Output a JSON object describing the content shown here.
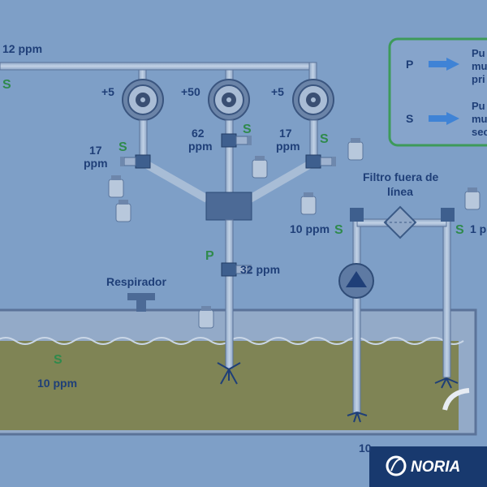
{
  "labels": {
    "top_ppm": "12 ppm",
    "s_topleft": "S",
    "b1_factor": "+5",
    "b2_factor": "+50",
    "b3_factor": "+5",
    "b2_ppm_a": "62",
    "b2_ppm_b": "ppm",
    "b3_ppm_a": "17",
    "b3_ppm_b": "ppm",
    "b1_ppm_a": "17",
    "b1_ppm_b": "ppm",
    "s_b1": "S",
    "s_b2": "S",
    "s_b3": "S",
    "filter_title_1": "Filtro fuera de",
    "filter_title_2": "línea",
    "filter_left_ppm": "10 ppm",
    "s_filter_left": "S",
    "s_filter_right": "S",
    "filter_right_ppm": "1 p",
    "p_main": "P",
    "main_ppm": "32 ppm",
    "breather": "Respirador",
    "s_tank": "S",
    "tank_ppm": "10 ppm",
    "bottom_cut": "10"
  },
  "legend": {
    "p_key": "P",
    "p_line1": "Pu",
    "p_line2": "mu",
    "p_line3": "pri",
    "s_key": "S",
    "s_line1": "Pu",
    "s_line2": "mu",
    "s_line3": "sec"
  },
  "logo": {
    "text": "NORIA"
  },
  "colors": {
    "background": "#7e9fc7",
    "pipe": "#a8bdd6",
    "oil": "#7f8455",
    "primary_text": "#1f3f78",
    "secondary_green": "#2f8a4c",
    "legend_border": "#3d9a5a",
    "arrow": "#3f83d6",
    "logo_bg": "#18396e"
  }
}
